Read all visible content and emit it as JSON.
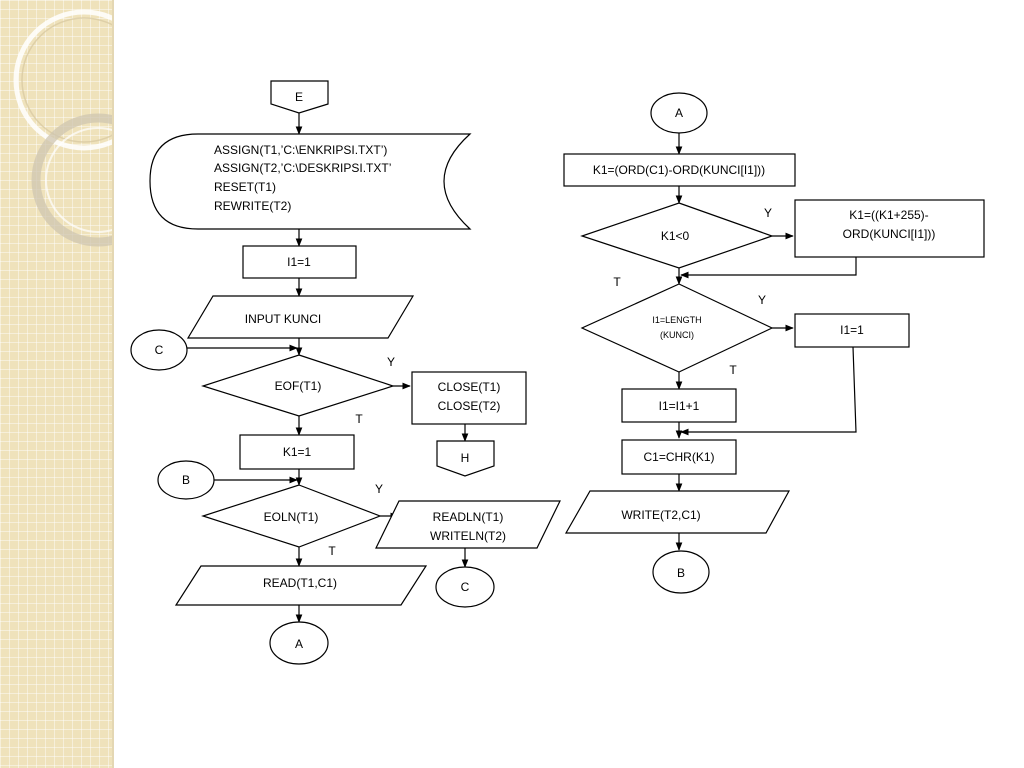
{
  "colors": {
    "sidebar": "#efe2bb",
    "ink": "#000000",
    "background": "#ffffff"
  },
  "flowchart": {
    "connector_E": "E",
    "assign_lines": [
      "ASSIGN(T1,’C:\\ENKRIPSI.TXT’)",
      "ASSIGN(T2,’C:\\DESKRIPSI.TXT’",
      "RESET(T1)",
      "REWRITE(T2)"
    ],
    "i1_init": "I1=1",
    "input_kunci": "INPUT KUNCI",
    "connector_C_in": "C",
    "eof_decision": "EOF(T1)",
    "eof_yes": "Y",
    "eof_no": "T",
    "close_lines": [
      "CLOSE(T1)",
      "CLOSE(T2)"
    ],
    "connector_H": "H",
    "k1_init": "K1=1",
    "connector_B_in": "B",
    "eoln_decision": "EOLN(T1)",
    "eoln_yes": "Y",
    "eoln_no": "T",
    "readln_lines": [
      "READLN(T1)",
      "WRITELN(T2)"
    ],
    "connector_C_out": "C",
    "read_io": "READ(T1,C1)",
    "connector_A_out": "A",
    "connector_A_in": "A",
    "k1_calc": "K1=(ORD(C1)-ORD(KUNCI[I1]))",
    "k1_neg_decision": "K1<0",
    "k1_neg_yes": "Y",
    "k1_neg_no": "T",
    "k1_adjust_lines": [
      "K1=((K1+255)-",
      "ORD(KUNCI[I1]))"
    ],
    "length_decision_lines": [
      "I1=LENGTH",
      "(KUNCI)"
    ],
    "length_yes": "Y",
    "length_no": "T",
    "i1_reset": "I1=1",
    "i1_increment": "I1=I1+1",
    "c1_chr": "C1=CHR(K1)",
    "write_io": "WRITE(T2,C1)",
    "connector_B_out": "B"
  }
}
